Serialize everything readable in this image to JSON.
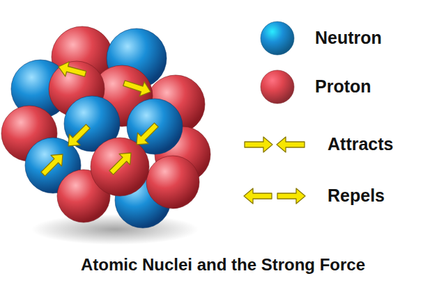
{
  "diagram": {
    "title": "Atomic Nuclei and the Strong Force",
    "legend": [
      {
        "text": "Neutron",
        "color": "#1a8fd8"
      },
      {
        "text": "Proton",
        "color": "#e0454f"
      },
      {
        "text": "Attracts"
      },
      {
        "text": "Repels"
      }
    ]
  }
}
